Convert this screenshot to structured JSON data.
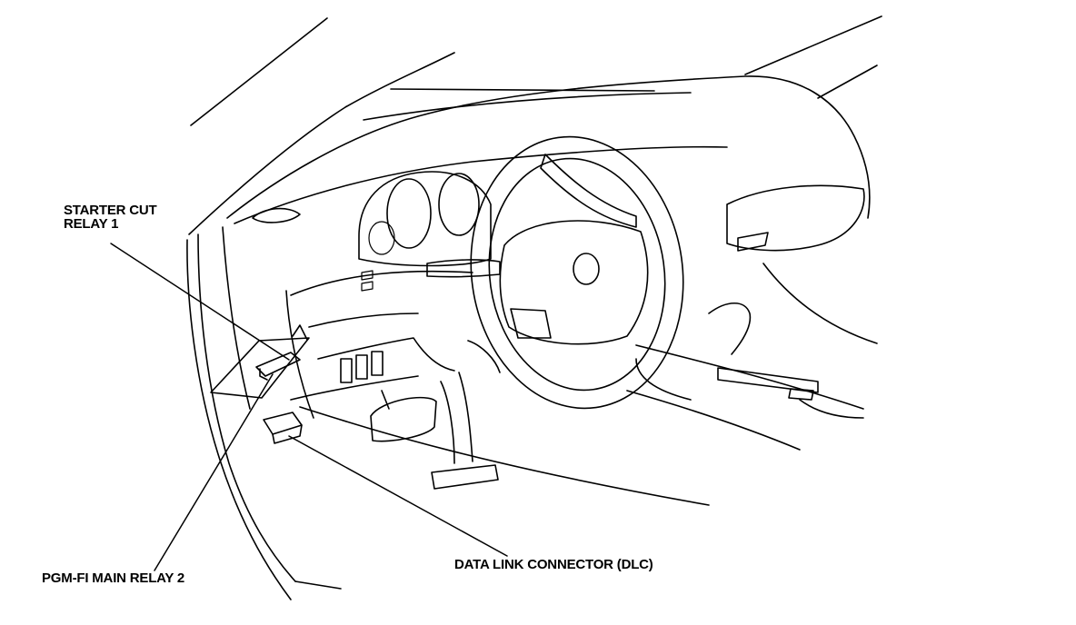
{
  "diagram": {
    "labels": {
      "starter_cut_relay_line1": "STARTER CUT",
      "starter_cut_relay_line2": "RELAY 1",
      "pgm_fi_main_relay": "PGM-FI MAIN RELAY 2",
      "data_link_connector": "DATA LINK CONNECTOR (DLC)"
    },
    "colors": {
      "ink": "#000000",
      "paper": "#ffffff"
    }
  }
}
